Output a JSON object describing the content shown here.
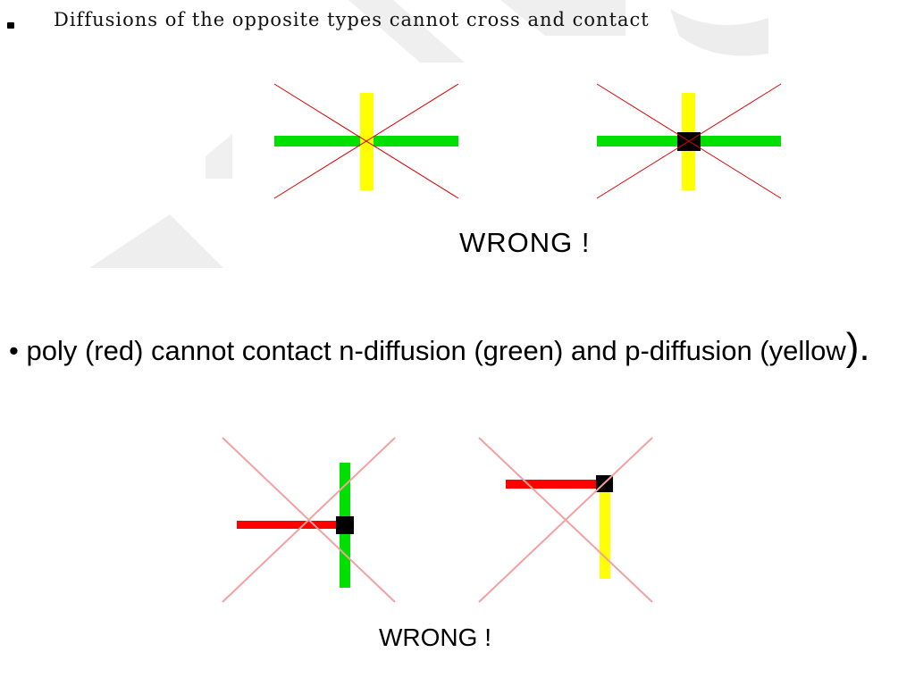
{
  "slide": {
    "heading_bullet": "•",
    "heading": "Diffusions of the opposite types cannot cross and contact",
    "wrong_top": "WRONG !",
    "bullet_text": "•  poly (red) cannot contact n-diffusion  (green) and p-diffusion (yellow",
    "bullet_close": ").",
    "wrong_bottom": "WRONG !"
  },
  "colors": {
    "n_diffusion": "#00e000",
    "p_diffusion": "#ffff00",
    "poly": "#ff0000",
    "contact": "#000000",
    "cross_mark": "#dd0000",
    "cross_mark_light": "#f4a0a0",
    "watermark": "#ececec"
  }
}
